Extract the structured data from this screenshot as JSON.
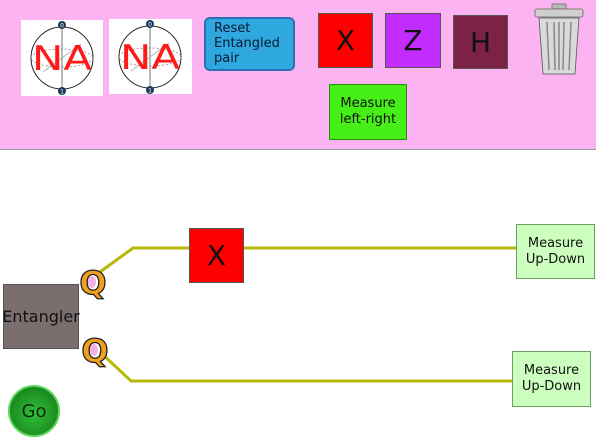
{
  "toolbar": {
    "bloch_label": "NA",
    "bloch_top": "0",
    "bloch_bottom": "1",
    "reset_button": "Reset\nEntangled\npair",
    "gates": {
      "x": "X",
      "z": "Z",
      "h": "H"
    },
    "measure_left_right": "Measure\nleft-right",
    "colors": {
      "background": "#fbb3f1",
      "gate_x": "#ff0000",
      "gate_z": "#c22cff",
      "gate_h": "#7c2244",
      "reset": "#2fa8e0",
      "measure_lr": "#46ef17"
    }
  },
  "icons": {
    "trash": "trash-can-icon",
    "qubit": "qubit-q-icon"
  },
  "circuit": {
    "entangler": "Entangler",
    "qubit_label": "Q",
    "placed_gate": "X",
    "measure_top": "Measure\nUp-Down",
    "measure_bottom": "Measure\nUp-Down",
    "go_button": "Go",
    "colors": {
      "wire": "#b8b80a",
      "measure_ud": "#ccffbf",
      "entangler": "#7b6e6e",
      "go": "#1a8a1f"
    }
  }
}
